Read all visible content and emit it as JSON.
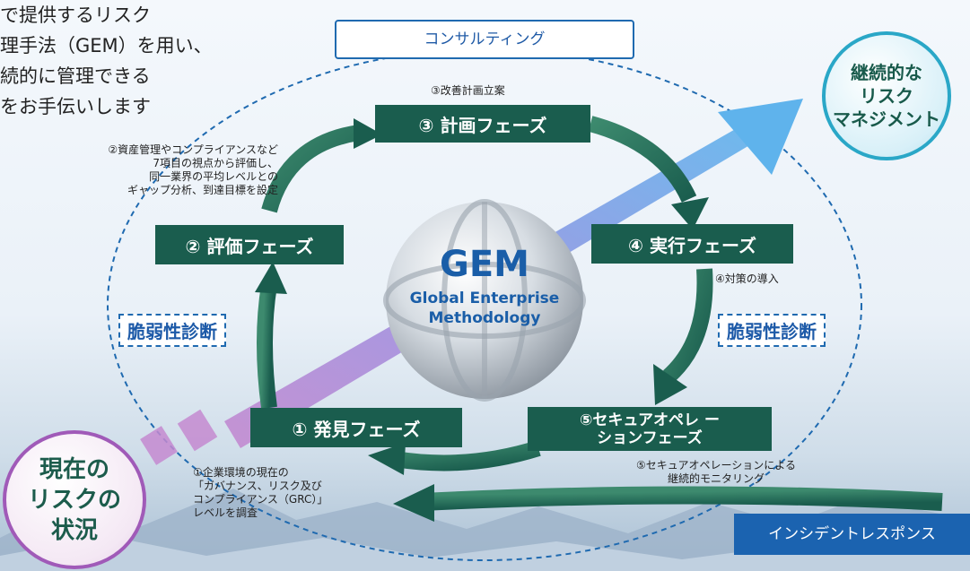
{
  "intro_text": "で提供するリスク\n理手法（GEM）を用い、\n続的に管理できる\nをお手伝いします",
  "consulting_label": "コンサルティング",
  "incident_label": "インシデントレスポンス",
  "goal_circle": "継続的な\nリスク\nマネジメント",
  "current_circle": "現在の\nリスクの\n状況",
  "gem": {
    "title": "GEM",
    "subtitle": "Global Enterprise\nMethodology"
  },
  "phases": {
    "plan": "③ 計画フェーズ",
    "assess": "② 評価フェーズ",
    "execute": "④ 実行フェーズ",
    "discover": "① 発見フェーズ",
    "secure_op": "⑤セキュアオペレ ー\nションフェーズ"
  },
  "notes": {
    "plan": "③改善計画立案",
    "assess": "②資産管理やコンプライアンスなど\n7項目の視点から評価し、\n同一業界の平均レベルとの\nギャップ分析、到達目標を設定",
    "execute": "④対策の導入",
    "secure_op": "⑤セキュアオペレーションによる\n継続的モニタリング",
    "discover": "①企業環境の現在の\n「ガバナンス、リスク及び\nコンプライアンス（GRC）」\nレベルを調査"
  },
  "vulnerability_label": "脆弱性診断",
  "colors": {
    "phase_box": "#1a5d4e",
    "cycle_arrow": "#1f6b55",
    "brand_blue": "#1b63b0",
    "trend_arrow": "#6fb6e8",
    "current_purple": "#a05ab8",
    "goal_cyan": "#2aa7c7"
  }
}
